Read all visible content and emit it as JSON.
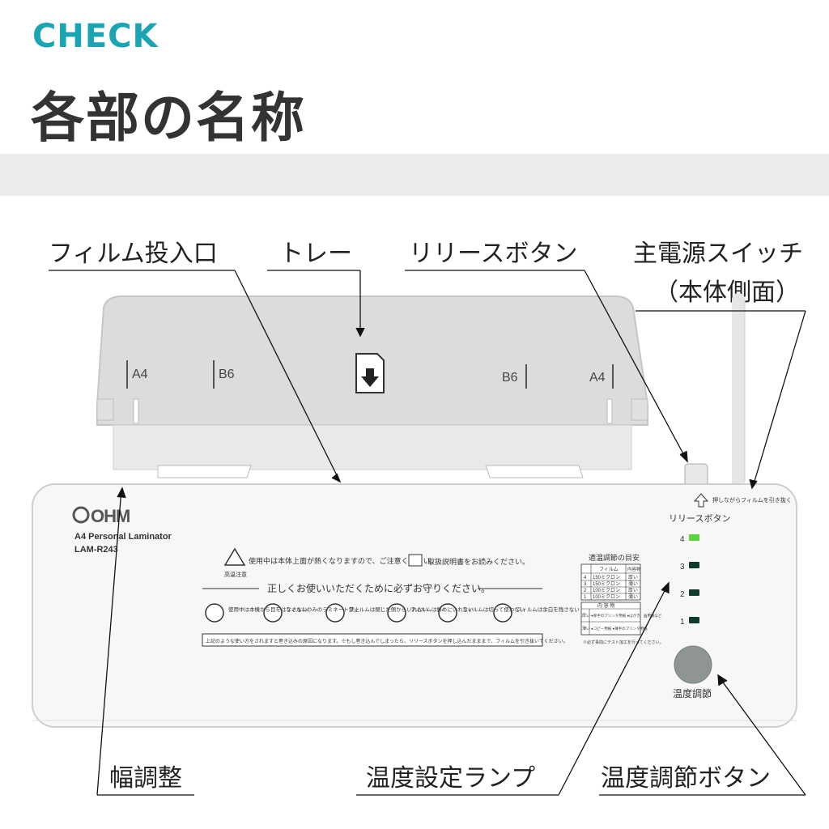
{
  "header": {
    "eyebrow": "CHECK",
    "title": "各部の名称"
  },
  "callouts": {
    "film_inlet": "フィルム投入口",
    "tray": "トレー",
    "release_button": "リリースボタン",
    "main_power_line1": "主電源スイッチ",
    "main_power_line2": "（本体側面）",
    "width_guide": "幅調整",
    "temp_lamp": "温度設定ランプ",
    "temp_button": "温度調節ボタン"
  },
  "device": {
    "tray_marks": {
      "a4_left": "A4",
      "b6_left": "B6",
      "b6_right": "B6",
      "a4_right": "A4"
    },
    "brand": "OHM",
    "model_name": "A4 Personal Laminator",
    "model_no": "LAM-R243",
    "caution_text": "使用中は本体上面が熱くなりますので、ご注意ください。",
    "caution_label": "高温注意",
    "manual_text": "取扱説明書をお読みください。",
    "rules_heading": "正しくお使いいただくために必ずお守りください。",
    "rules": [
      "使用中は本機から目をはなさない",
      "フィルムのみのラミネート禁止",
      "フィルムは閉じた側からいれない",
      "フィルムは斜めにいれない",
      "フィルムは切って使わない",
      "フィルムは余白を残さない"
    ],
    "footer_note": "上記のような使い方をされますと巻き込みの原因になります。※もし巻き込んでしまったら、リリースボタンを押し込んだまままで、フィルムを引き抜いてください。",
    "release_hint": "押しながらフィルムを引き抜く",
    "release_label": "リリースボタン",
    "guide_title": "適温調節の目安",
    "guide_headers": [
      "フィルム",
      "内容物"
    ],
    "guide_rows": [
      [
        "4",
        "150ミクロン",
        "厚い"
      ],
      [
        "3",
        "150ミクロン",
        "薄い"
      ],
      [
        "2",
        "100ミクロン",
        "厚い"
      ],
      [
        "1",
        "100ミクロン",
        "薄い"
      ]
    ],
    "content_header": "内 容 物",
    "content_rows": [
      [
        "厚い",
        "●厚手のプリンタ用紙 ●はがき、画用紙など"
      ],
      [
        "薄い",
        "●コピー用紙 ●薄手のプリンタ用紙"
      ]
    ],
    "guide_note": "※必ず事前にテスト加工を行ってください。",
    "lamp_levels": [
      "4",
      "3",
      "2",
      "1"
    ],
    "temp_button_label": "温度調節",
    "lamp_on_color": "#5fd33a",
    "lamp_off_color": "#0f3b2a"
  }
}
